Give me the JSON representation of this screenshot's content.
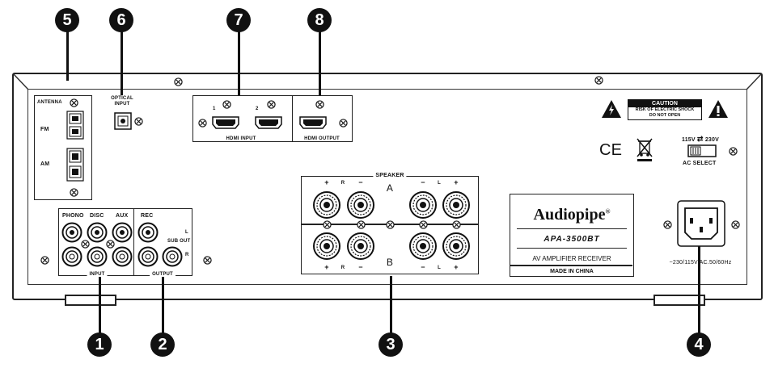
{
  "callouts": [
    "5",
    "6",
    "7",
    "8",
    "1",
    "2",
    "3",
    "4"
  ],
  "antenna": {
    "title": "ANTENNA",
    "fm": "FM",
    "am": "AM"
  },
  "optical": {
    "line1": "OPTICAL",
    "line2": "INPUT"
  },
  "hdmi": {
    "port1": "1",
    "port2": "2",
    "input_label": "HDMI INPUT",
    "output_label": "HDMI OUTPUT"
  },
  "inputs": {
    "phono": "PHONO",
    "disc": "DISC",
    "aux": "AUX",
    "group_label": "INPUT"
  },
  "outputs": {
    "rec": "REC",
    "sub_out": "SUB OUT",
    "l": "L",
    "r": "R",
    "group_label": "OUTPUT"
  },
  "speaker": {
    "title": "SPEAKER",
    "a": "A",
    "b": "B",
    "plus": "+",
    "minus": "−",
    "r": "R",
    "l": "L"
  },
  "brand": {
    "logo": "Audiopipe",
    "reg": "®",
    "model": "APA-3500BT",
    "subtitle": "AV AMPLIFIER RECEIVER",
    "made_in": "MADE IN CHINA"
  },
  "caution": {
    "title": "CAUTION",
    "line1": "RISK OF ELECTRIC SHOCK",
    "line2": "DO NOT OPEN"
  },
  "marks": {
    "ce": "CE"
  },
  "ac_select": {
    "v115": "115V",
    "arrows": "⇄",
    "v230": "230V",
    "label": "AC SELECT"
  },
  "power": {
    "rating": "~230/115V AC.50/60Hz"
  }
}
